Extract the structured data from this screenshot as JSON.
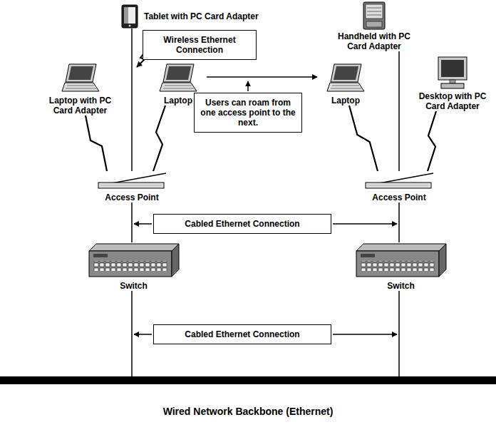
{
  "diagram": {
    "nodes": [
      {
        "text": [
          "Tablet with PC Card Adapter"
        ]
      },
      {
        "text": [
          "Wireless Ethernet Connection"
        ]
      },
      {
        "text": [
          "Handheld with PC Card Adapter"
        ]
      },
      {
        "text": [
          "Laptop with PC Card Adapter"
        ]
      },
      {
        "text": [
          "Laptop"
        ]
      },
      {
        "text": [
          "Laptop"
        ]
      },
      {
        "text": [
          "Desktop with PC Card Adapter"
        ]
      },
      {
        "text": [
          "Users can roam from one access point to the next."
        ]
      },
      {
        "text": [
          "Access Point"
        ]
      },
      {
        "text": [
          "Access Point"
        ]
      },
      {
        "text": [
          "Cabled Ethernet Connection"
        ]
      },
      {
        "text": [
          "Switch"
        ]
      },
      {
        "text": [
          "Switch"
        ]
      },
      {
        "text": [
          "Cabled Ethernet Connection"
        ]
      },
      {
        "text": [
          "Wired Network Backbone (Ethernet)"
        ]
      }
    ],
    "edges": [
      {
        "from": 0,
        "to": 8,
        "arrow": "none"
      },
      {
        "from": 3,
        "to": 8,
        "arrow": "none"
      },
      {
        "from": 4,
        "to": 8,
        "arrow": "none"
      },
      {
        "from": 2,
        "to": 9,
        "arrow": "none"
      },
      {
        "from": 5,
        "to": 9,
        "arrow": "none"
      },
      {
        "from": 6,
        "to": 9,
        "arrow": "none"
      },
      {
        "from": 8,
        "to": 11,
        "arrow": "none"
      },
      {
        "from": 9,
        "to": 12,
        "arrow": "none"
      },
      {
        "from": 11,
        "to": 14,
        "arrow": "none"
      },
      {
        "from": 12,
        "to": 14,
        "arrow": "none"
      },
      {
        "from": 4,
        "to": 5,
        "arrow": "to"
      }
    ]
  }
}
